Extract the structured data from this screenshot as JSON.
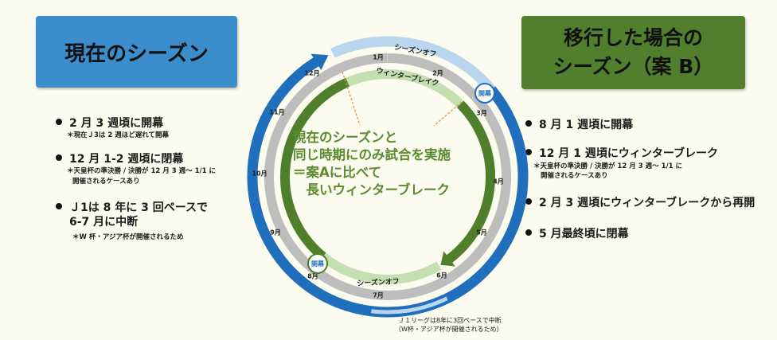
{
  "left_panel": {
    "title": "現在のシーズン",
    "items": [
      {
        "text": "2 月 3 週頃に開幕",
        "note": "＊現在Ｊ3は 2 週ほど遅れて開幕"
      },
      {
        "text": "12 月 1-2 週頃に閉幕",
        "note": "＊天皇杯の準決勝 / 決勝が 12 月 3 週～ 1/1 に",
        "note2": "開催されるケースあり"
      },
      {
        "text": "Ｊ1は 8 年に 3 回ペースで",
        "text2": "6-7 月に中断",
        "note": "＊W 杯・アジア杯が開催されるため"
      }
    ]
  },
  "right_panel": {
    "title_line1": "移行した場合の",
    "title_line2": "シーズン（案 B）",
    "items": [
      {
        "text": "8 月 1 週頃に開幕"
      },
      {
        "text": "12 月 1 週頃にウィンターブレーク",
        "note": "＊天皇杯の準決勝 / 決勝が 12 月 3 週～ 1/1 に",
        "note2": "開催されるケースあり"
      },
      {
        "text": "2 月 3 週頃にウィンターブレークから再開"
      },
      {
        "text": "5 月最終頃に閉幕"
      }
    ]
  },
  "diagram": {
    "months": [
      "1月",
      "2月",
      "3月",
      "4月",
      "5月",
      "6月",
      "7月",
      "8月",
      "9月",
      "10月",
      "11月",
      "12月"
    ],
    "outer_off_label": "シーズンオフ",
    "outer_open_badge": "開幕",
    "inner_break_label": "ウィンターブレイク",
    "inner_off_label": "シーズンオフ",
    "inner_open_badge": "開幕",
    "center_text": [
      "現在のシーズンと",
      "同じ時期にのみ試合を実施",
      "＝案Aに比べて",
      "　長いウィンターブレーク"
    ],
    "footnote": [
      "Ｊ１リーグは8年に3回ペースで中断",
      "（W杯・アジア杯が開催されるため）"
    ],
    "colors": {
      "blue": "#1f6fbd",
      "light_blue": "#b9d6ee",
      "gray": "#bdbdbd",
      "green": "#4f7f2b",
      "light_green": "#c5e0b0",
      "orange": "#e8893a"
    }
  }
}
